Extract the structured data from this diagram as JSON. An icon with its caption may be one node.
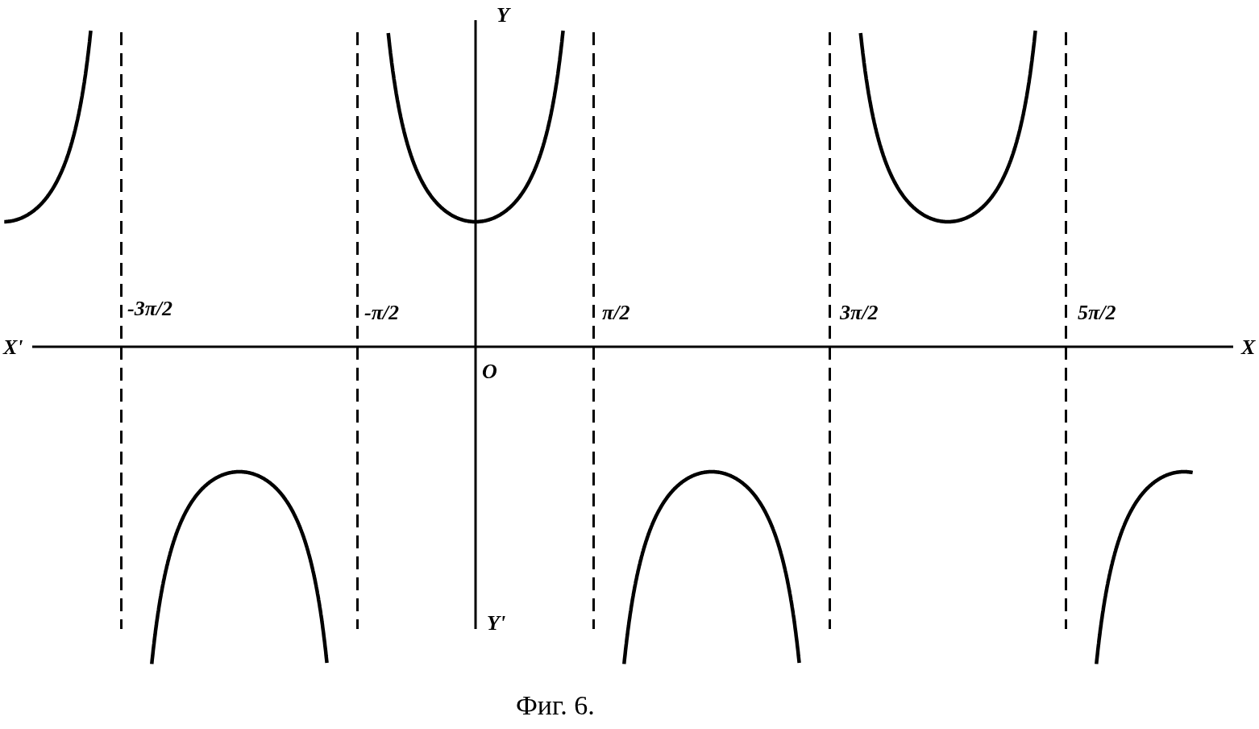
{
  "diagram": {
    "caption": "Фиг. 6.",
    "labels": [
      "Y",
      "-3π/2",
      "-π/2",
      "π/2",
      "3π/2",
      "5π/2",
      "X'",
      "X",
      "O",
      "Y'"
    ]
  }
}
